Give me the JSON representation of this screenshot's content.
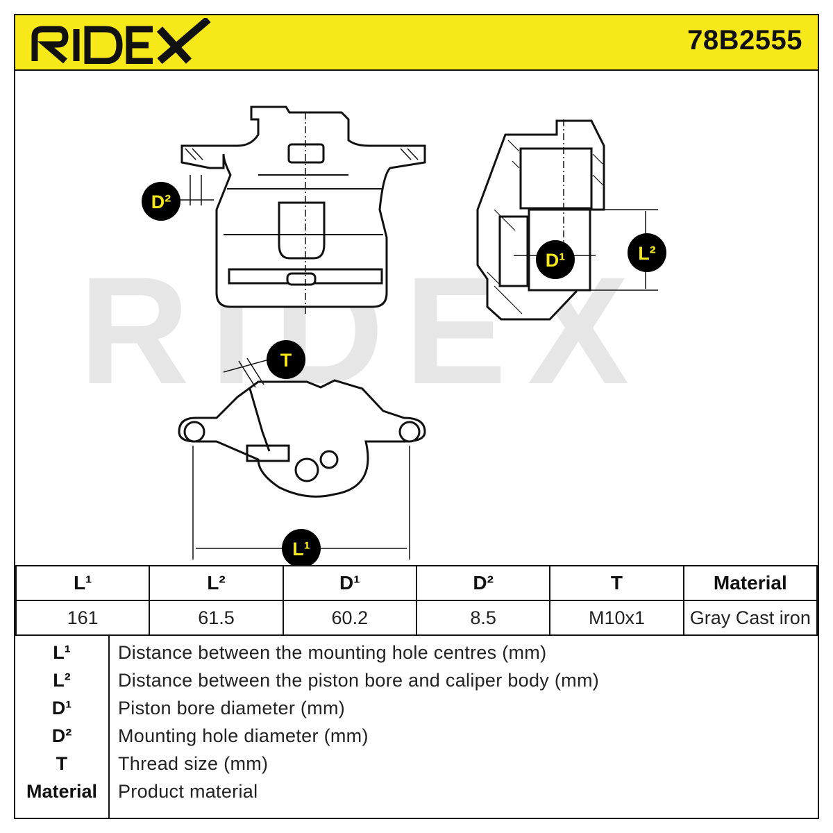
{
  "header": {
    "brand": "RIDEX",
    "part_number": "78B2555"
  },
  "watermark": "RIDEX",
  "callouts": {
    "d2": "D²",
    "l2": "L²",
    "d1": "D¹",
    "t": "T",
    "l1": "L¹"
  },
  "specs": {
    "headers": [
      "L¹",
      "L²",
      "D¹",
      "D²",
      "T",
      "Material"
    ],
    "values": [
      "161",
      "61.5",
      "60.2",
      "8.5",
      "M10x1",
      "Gray Cast iron"
    ]
  },
  "legend": [
    {
      "key": "L¹",
      "desc": "Distance between the mounting hole centres (mm)"
    },
    {
      "key": "L²",
      "desc": "Distance between the piston bore and caliper body (mm)"
    },
    {
      "key": "D¹",
      "desc": "Piston bore diameter (mm)"
    },
    {
      "key": "D²",
      "desc": "Mounting hole diameter (mm)"
    },
    {
      "key": "T",
      "desc": "Thread size (mm)"
    },
    {
      "key": "Material",
      "desc": "Product material"
    }
  ],
  "colors": {
    "header_bg": "#f7e81a",
    "callout_bg": "#000000",
    "callout_text": "#f7e81a",
    "watermark": "#e6e6e6"
  }
}
